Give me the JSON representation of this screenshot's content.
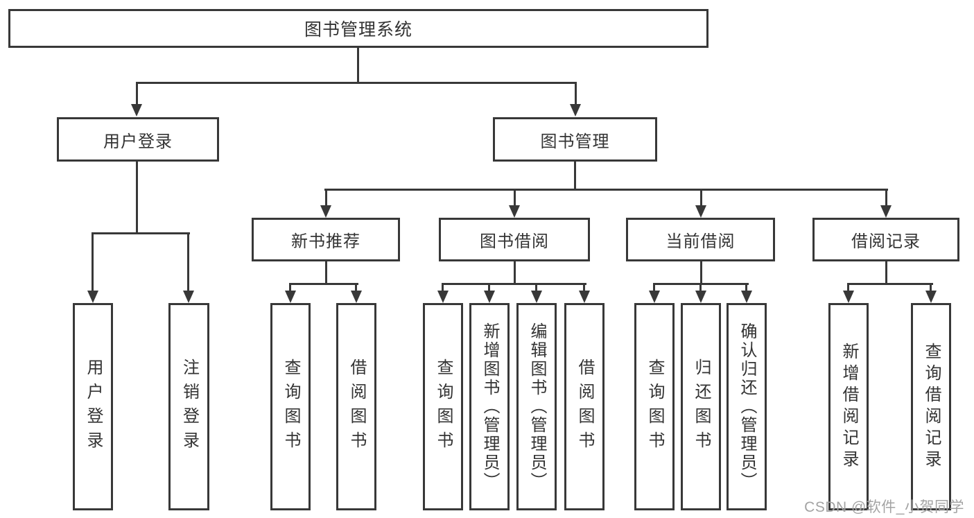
{
  "diagram": {
    "title_node": {
      "label": "图书管理系统"
    },
    "level2": [
      {
        "label": "用户登录"
      },
      {
        "label": "图书管理"
      }
    ],
    "level3": [
      {
        "label": "新书推荐"
      },
      {
        "label": "图书借阅"
      },
      {
        "label": "当前借阅"
      },
      {
        "label": "借阅记录"
      }
    ],
    "leaves": [
      {
        "label": "用户登录",
        "parent": "用户登录"
      },
      {
        "label": "注销登录",
        "parent": "用户登录"
      },
      {
        "label": "查询图书",
        "parent": "新书推荐"
      },
      {
        "label": "借阅图书",
        "parent": "新书推荐"
      },
      {
        "label": "查询图书",
        "parent": "图书借阅"
      },
      {
        "label": "新增图书（管理员）",
        "parent": "图书借阅"
      },
      {
        "label": "编辑图书（管理员）",
        "parent": "图书借阅"
      },
      {
        "label": "借阅图书",
        "parent": "图书借阅"
      },
      {
        "label": "查询图书",
        "parent": "当前借阅"
      },
      {
        "label": "归还图书",
        "parent": "当前借阅"
      },
      {
        "label": "确认归还（管理员）",
        "parent": "当前借阅"
      },
      {
        "label": "新增借阅记录",
        "parent": "借阅记录"
      },
      {
        "label": "查询借阅记录",
        "parent": "借阅记录"
      }
    ],
    "colors": {
      "line": "#383838",
      "text": "#333333",
      "background": "#ffffff",
      "watermark": "#a3a3a3"
    }
  },
  "watermark": {
    "text": "CSDN @软件_小贺同学"
  }
}
